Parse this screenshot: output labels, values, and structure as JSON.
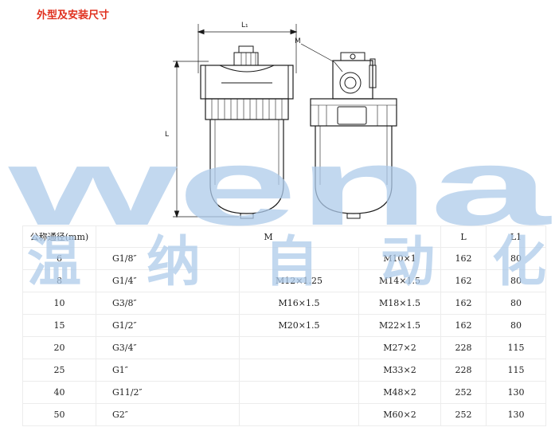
{
  "title": "外型及安装尺寸",
  "diagram": {
    "dim_l1": "L₁",
    "dim_l": "L",
    "dim_m": "M"
  },
  "watermark": {
    "latin": "wena",
    "chinese": [
      "温",
      "纳",
      "自",
      "动",
      "化"
    ],
    "color": "#aecbea"
  },
  "table": {
    "headers": [
      "公称通径(mm)",
      "M",
      "L",
      "L1"
    ],
    "rows": [
      [
        "6",
        "G1/8″",
        "",
        "M10×1",
        "162",
        "80"
      ],
      [
        "8",
        "G1/4″",
        "M12×1.25",
        "M14×1.5",
        "162",
        "80"
      ],
      [
        "10",
        "G3/8″",
        "M16×1.5",
        "M18×1.5",
        "162",
        "80"
      ],
      [
        "15",
        "G1/2″",
        "M20×1.5",
        "M22×1.5",
        "162",
        "80"
      ],
      [
        "20",
        "G3/4″",
        "",
        "M27×2",
        "228",
        "115"
      ],
      [
        "25",
        "G1″",
        "",
        "M33×2",
        "228",
        "115"
      ],
      [
        "40",
        "G11/2″",
        "",
        "M48×2",
        "252",
        "130"
      ],
      [
        "50",
        "G2″",
        "",
        "M60×2",
        "252",
        "130"
      ]
    ]
  }
}
